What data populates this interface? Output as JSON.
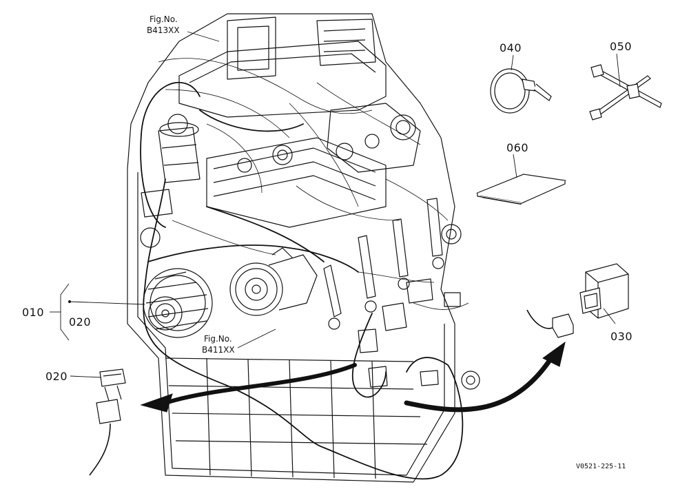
{
  "figure_refs": [
    {
      "line1": "Fig.No.",
      "line2": "B413XX"
    },
    {
      "line1": "Fig.No.",
      "line2": "B411XX"
    }
  ],
  "parts": [
    {
      "no": "010"
    },
    {
      "no": "020"
    },
    {
      "no": "020"
    },
    {
      "no": "030"
    },
    {
      "no": "040"
    },
    {
      "no": "050"
    },
    {
      "no": "060"
    }
  ],
  "drawing_code": "V0521-225-11",
  "colors": {
    "line": "#111111",
    "background": "#ffffff"
  }
}
